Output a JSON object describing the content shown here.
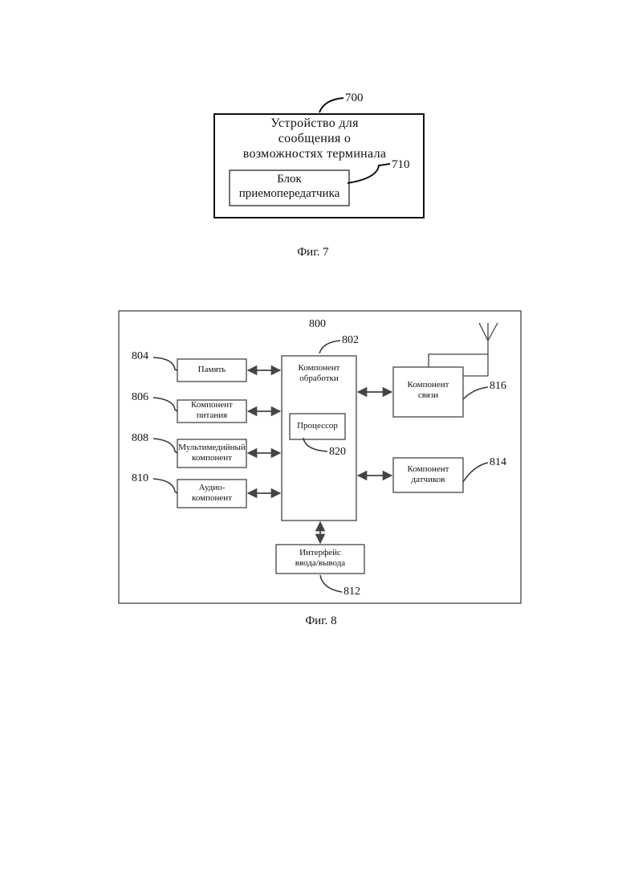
{
  "fig7": {
    "caption": "Фиг. 7",
    "device": {
      "ref": "700",
      "label": "Устройство для\nсообщения о\nвозможностях терминала"
    },
    "transceiver": {
      "ref": "710",
      "label": "Блок\nприемопередатчика"
    }
  },
  "fig8": {
    "caption": "Фиг. 8",
    "outer_ref": "800",
    "memory": {
      "ref": "804",
      "label": "Память"
    },
    "power": {
      "ref": "806",
      "label": "Компонент\nпитания"
    },
    "multimedia": {
      "ref": "808",
      "label": "Мультимедийный\nкомпонент"
    },
    "audio": {
      "ref": "810",
      "label": "Аудио-\nкомпонент"
    },
    "processing": {
      "ref": "802",
      "label": "Компонент\nобработки"
    },
    "processor": {
      "ref": "820",
      "label": "Процессор"
    },
    "communication": {
      "ref": "816",
      "label": "Компонент\nсвязи"
    },
    "sensor": {
      "ref": "814",
      "label": "Компонент\nдатчиков"
    },
    "io": {
      "ref": "812",
      "label": "Интерфейс\nввода/вывода"
    }
  }
}
